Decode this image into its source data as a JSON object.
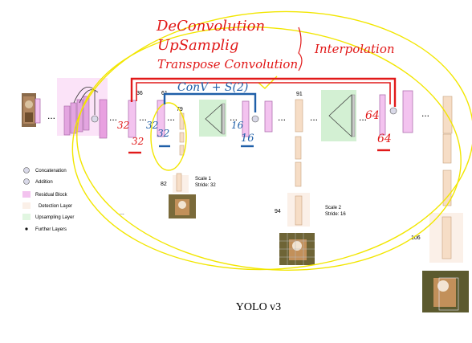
{
  "handwriting": {
    "deconv": "DeConvolution",
    "upsample": "UpSamplig",
    "transpose": "Transpose Convolution",
    "interpolation": "Interpolation",
    "conv_s2": "ConV + S(2)",
    "c32a": "32",
    "c32b": "32",
    "c32c": "32",
    "c32d": "32",
    "c16a": "16",
    "c16b": "16",
    "c64a": "64",
    "c64b": "64"
  },
  "layer_numbers": {
    "n36": "36",
    "n61": "61",
    "n79": "79",
    "n82": "82",
    "n91": "91",
    "n94": "94",
    "n106": "106"
  },
  "legend": {
    "concatenation": "Concatenation",
    "addition": "Addition",
    "residual": "Residual Block",
    "detection": "Detection Layer",
    "upsampling": "Upsampling Layer",
    "further": "Further Layers"
  },
  "scales": {
    "s1_title": "Scale 1",
    "s1_stride": "Stride: 32",
    "s2_title": "Scale 2",
    "s2_stride": "Stride: 16"
  },
  "dots": {
    "ellipsis": "...",
    "dots": "• •"
  },
  "title": "YOLO v3",
  "colors": {
    "red_ink": "#e11919",
    "blue_ink": "#1f5fa8",
    "yellow_ink": "#f2e600",
    "residual": "#f3c3ef",
    "detection": "#f6ddc6",
    "upsampling": "#d3f0d3"
  }
}
